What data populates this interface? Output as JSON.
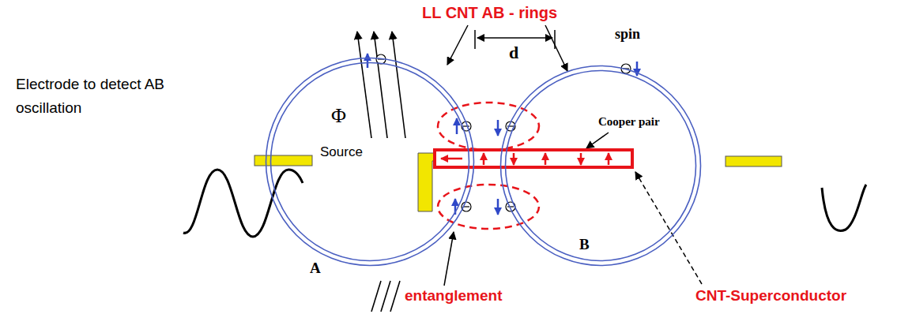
{
  "diagram": {
    "nodes": [
      {
        "text": [
          "Φ",
          "Source",
          "A"
        ]
      },
      {
        "text": [
          "B"
        ]
      }
    ],
    "labels": [
      "LL CNT AB - rings",
      "spin",
      "d",
      "Electrode to detect AB oscillation",
      "Cooper pair",
      "entanglement",
      "CNT-Superconductor"
    ]
  }
}
